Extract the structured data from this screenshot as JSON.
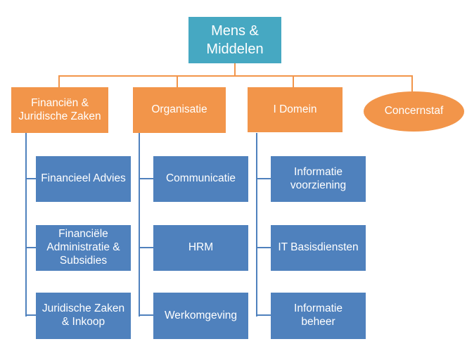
{
  "colors": {
    "teal": "#46A8C2",
    "orange": "#F2954A",
    "blue": "#4F81BD",
    "white": "#FFFFFF"
  },
  "root": {
    "label": "Mens &\nMiddelen"
  },
  "branches": [
    {
      "label": "Financiën &\nJuridische Zaken",
      "shape": "rectangle",
      "children": [
        "Financieel Advies",
        "Financiële\nAdministratie &\nSubsidies",
        "Juridische Zaken\n& Inkoop"
      ]
    },
    {
      "label": "Organisatie",
      "shape": "rectangle",
      "children": [
        "Communicatie",
        "HRM",
        "Werkomgeving"
      ]
    },
    {
      "label": "I Domein",
      "shape": "rectangle",
      "children": [
        "Informatie\nvoorziening",
        "IT Basisdiensten",
        "Informatie\nbeheer"
      ]
    },
    {
      "label": "Concernstaf",
      "shape": "ellipse",
      "children": []
    }
  ]
}
